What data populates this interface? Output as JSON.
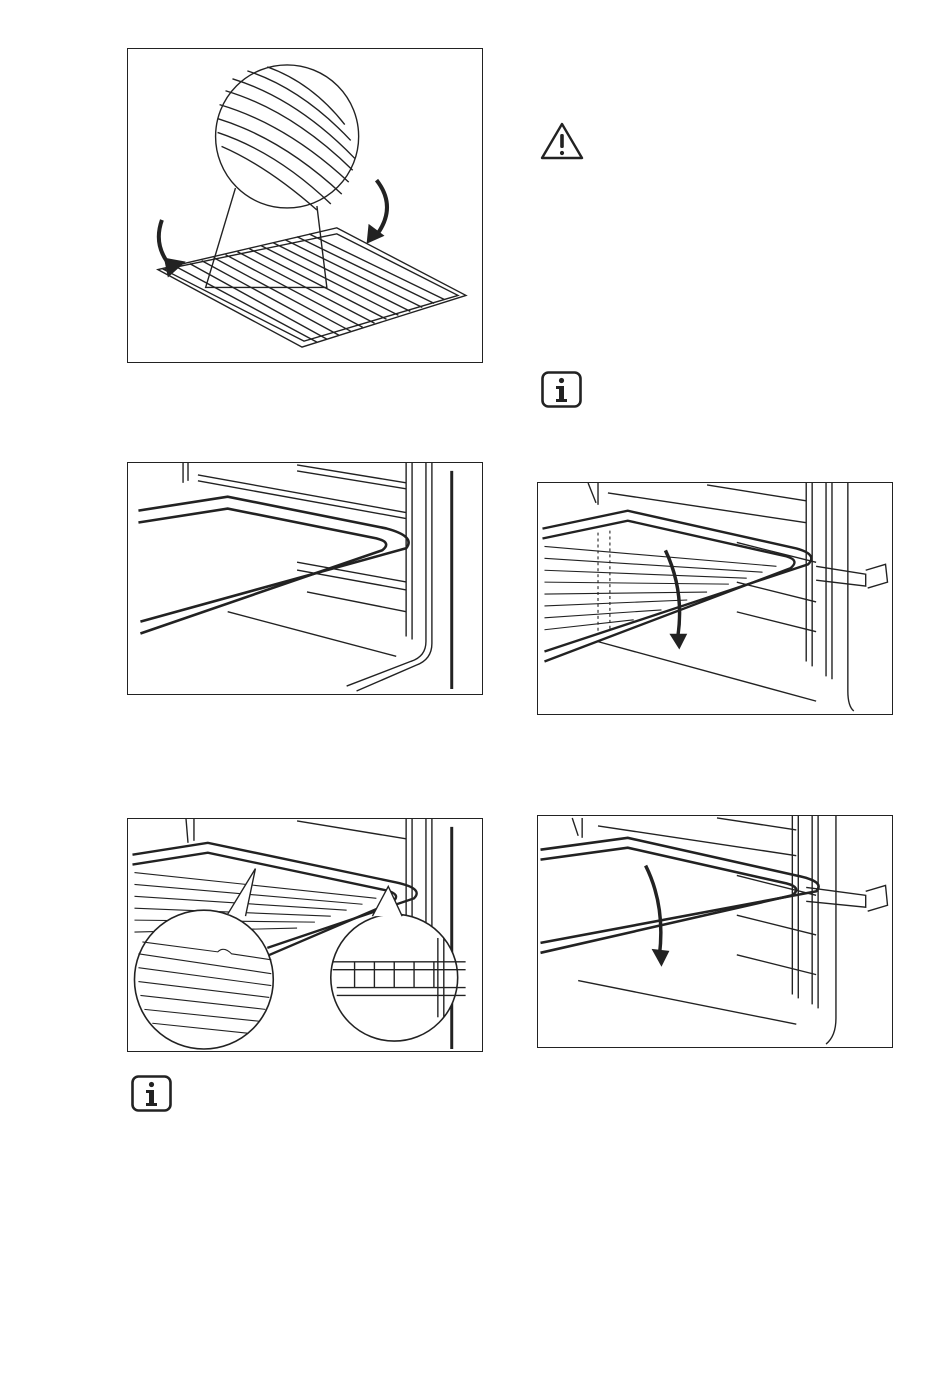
{
  "figures": [
    {
      "name": "fig-grill-on-tray"
    },
    {
      "name": "fig-tray-insert"
    },
    {
      "name": "fig-wire-shelf-insert-detail"
    },
    {
      "name": "fig-telescopic-wire-shelf"
    },
    {
      "name": "fig-telescopic-tray"
    }
  ],
  "icons": {
    "warning": "warning-triangle-icon",
    "info": "info-icon"
  },
  "colors": {
    "line": "#222222",
    "background": "#ffffff"
  }
}
